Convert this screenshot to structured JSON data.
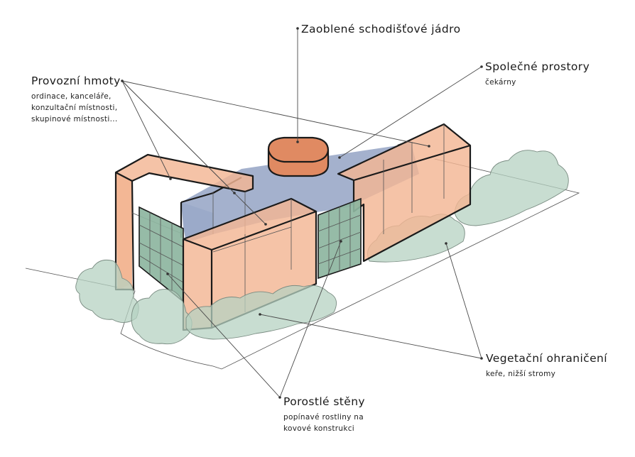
{
  "colors": {
    "block_fill": "#F3B694",
    "core_fill": "#E08A62",
    "common_fill": "#9AA9C8",
    "green_wall_fill": "#8DB5A0",
    "vegetation_fill": "#B5D2C2",
    "outline": "#1A1A1A"
  },
  "labels": {
    "core": {
      "title": "Zaoblené schodišťové jádro"
    },
    "blocks": {
      "title": "Provozní hmoty",
      "lines": [
        "ordinace, kanceláře,",
        "konzultační místnosti,",
        "skupinové místnosti..."
      ]
    },
    "common": {
      "title": "Společné prostory",
      "lines": [
        "čekárny"
      ]
    },
    "vegetation": {
      "title": "Vegetační ohraničení",
      "lines": [
        "keře, nižší stromy"
      ]
    },
    "walls": {
      "title": "Porostlé stěny",
      "lines": [
        "popínavé rostliny na",
        "kovové konstrukci"
      ]
    }
  }
}
